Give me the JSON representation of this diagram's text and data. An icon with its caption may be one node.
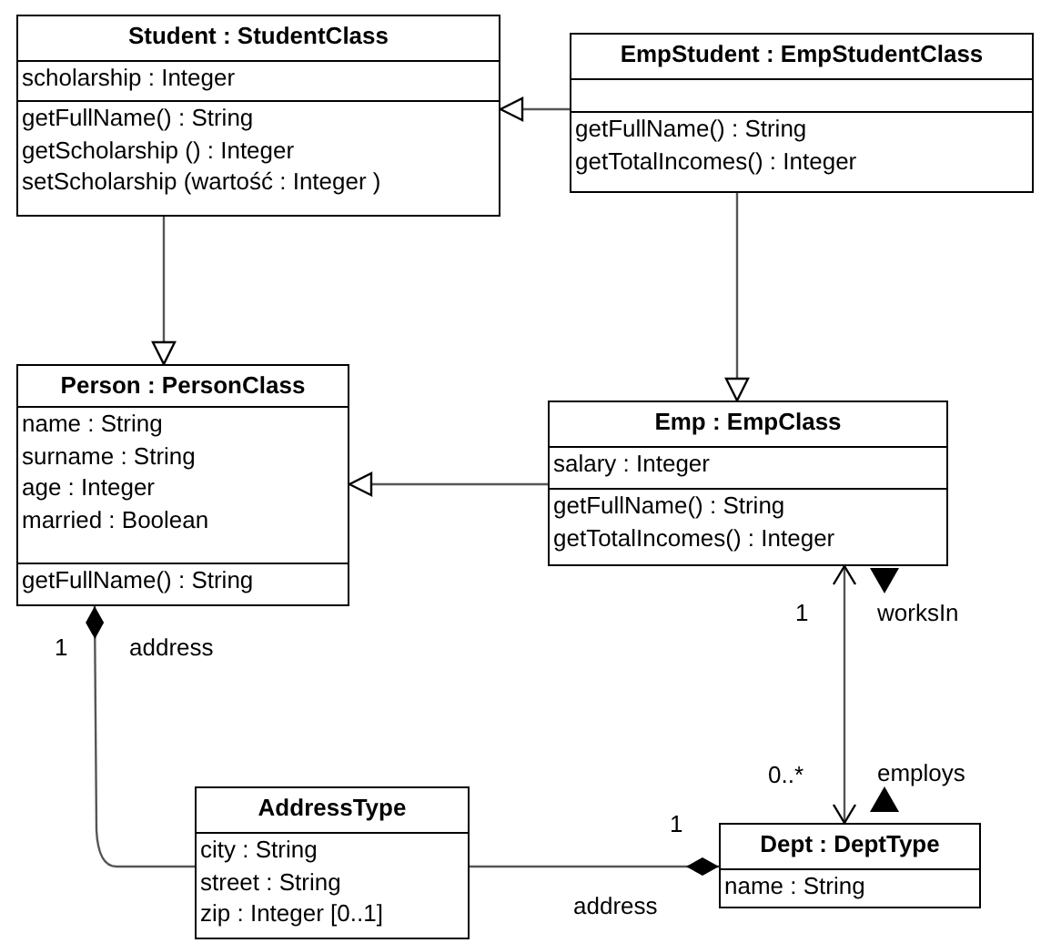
{
  "diagram": {
    "nodes": [
      {
        "text": [
          "Student : StudentClass"
        ]
      },
      {
        "text": [
          "scholarship : Integer"
        ],
        "in": 0
      },
      {
        "text": [
          "getFullName() : String",
          "getScholarship () : Integer",
          "setScholarship (wartość : Integer )"
        ],
        "in": 0
      },
      {
        "text": [
          "EmpStudent : EmpStudentClass"
        ]
      },
      {
        "text": [],
        "shape": "box",
        "in": 3
      },
      {
        "text": [
          "getFullName() : String",
          "getTotalIncomes() : Integer"
        ],
        "in": 3
      },
      {
        "text": [
          "Person : PersonClass"
        ]
      },
      {
        "text": [
          "name : String",
          "surname : String",
          "age : Integer",
          "married : Boolean"
        ],
        "in": 6
      },
      {
        "text": [
          "getFullName() : String"
        ],
        "in": 6
      },
      {
        "text": [
          "Emp : EmpClass"
        ]
      },
      {
        "text": [
          "salary : Integer"
        ],
        "in": 9
      },
      {
        "text": [
          "getFullName() : String",
          "getTotalIncomes() : Integer"
        ],
        "in": 9
      },
      {
        "text": [
          "AddressType"
        ]
      },
      {
        "text": [
          "city : String",
          "street : String",
          "zip : Integer [0..1]"
        ],
        "in": 12
      },
      {
        "text": [
          "Dept : DeptType"
        ]
      },
      {
        "text": [
          "name : String"
        ],
        "in": 14
      }
    ],
    "edges": [
      {
        "from": 3,
        "to": 0,
        "arrow": "to"
      },
      {
        "from": 0,
        "to": 6,
        "arrow": "to"
      },
      {
        "from": 3,
        "to": 9,
        "arrow": "to"
      },
      {
        "from": 9,
        "to": 6,
        "arrow": "to"
      },
      {
        "from": 9,
        "to": 14,
        "arrow": "both"
      },
      {
        "from": 12,
        "to": 6,
        "arrow": "other"
      },
      {
        "from": 12,
        "to": 14,
        "arrow": "other"
      }
    ],
    "labels": [
      "1",
      "worksIn",
      "1",
      "address",
      "0..*",
      "employs",
      "1",
      "address"
    ]
  }
}
